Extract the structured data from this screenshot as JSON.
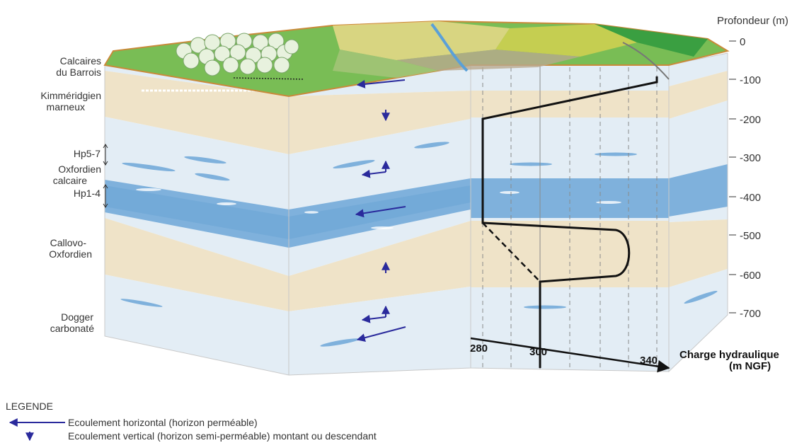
{
  "depth_axis": {
    "title": "Profondeur (m)",
    "ticks": [
      "0",
      "-100",
      "-200",
      "-300",
      "-400",
      "-500",
      "-600",
      "-700"
    ]
  },
  "formations": {
    "barrois_line1": "Calcaires",
    "barrois_line2": "du Barrois",
    "kimm_line1": "Kimméridgien",
    "kimm_line2": "marneux",
    "hp57": "Hp5-7",
    "oxf_line1": "Oxfordien",
    "oxf_line2": "calcaire",
    "hp14": "Hp1-4",
    "callovo_line1": "Callovo-",
    "callovo_line2": "Oxfordien",
    "dogger_line1": "Dogger",
    "dogger_line2": "carbonaté"
  },
  "charge_axis": {
    "title_line1": "Charge hydraulique",
    "title_line2": "(m NGF)",
    "ticks": [
      "280",
      "300",
      "340"
    ]
  },
  "legend": {
    "title": "LEGENDE",
    "horizontal": "Ecoulement horizontal (horizon perméable)",
    "vertical": "Ecoulement vertical (horizon semi-perméable) montant ou descendant"
  },
  "colors": {
    "marl": "#efe3c8",
    "limestone": "#e3edf5",
    "aquifer": "#7fb1dc",
    "arrow": "#2a2a9c",
    "terrain_green": "#6fb94e"
  }
}
